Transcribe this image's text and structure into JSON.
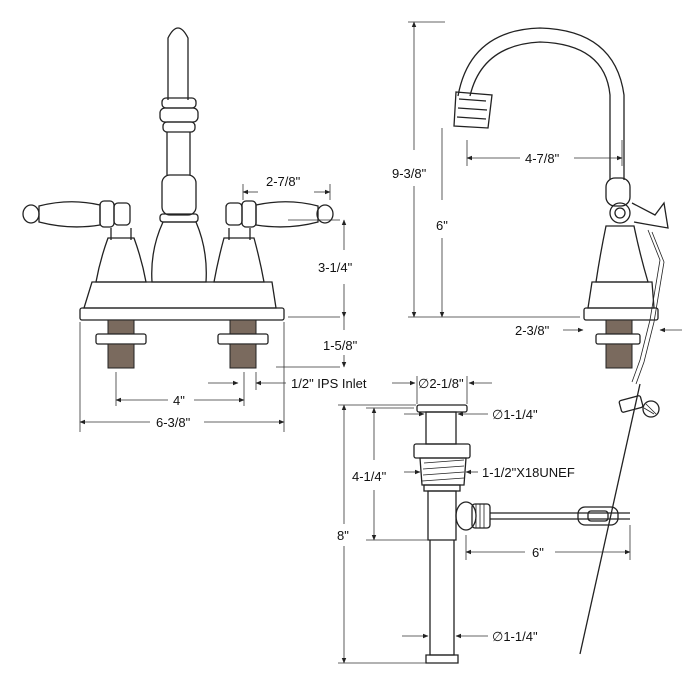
{
  "labels": {
    "d_2_7_8": "2-7/8\"",
    "d_3_1_4": "3-1/4\"",
    "d_1_5_8": "1-5/8\"",
    "d_4": "4\"",
    "d_6_3_8": "6-3/8\"",
    "d_ips": "1/2\" IPS Inlet",
    "d_9_3_8": "9-3/8\"",
    "d_4_7_8": "4-7/8\"",
    "d_6_side": "6\"",
    "d_2_3_8": "2-3/8\"",
    "d_dia_2_1_8": "∅2-1/8\"",
    "d_dia_1_1_4_top": "∅1-1/4\"",
    "d_thread": "1-1/2\"X18UNEF",
    "d_4_1_4": "4-1/4\"",
    "d_8": "8\"",
    "d_6_drain": "6\"",
    "d_dia_1_1_4_bottom": "∅1-1/4\""
  }
}
